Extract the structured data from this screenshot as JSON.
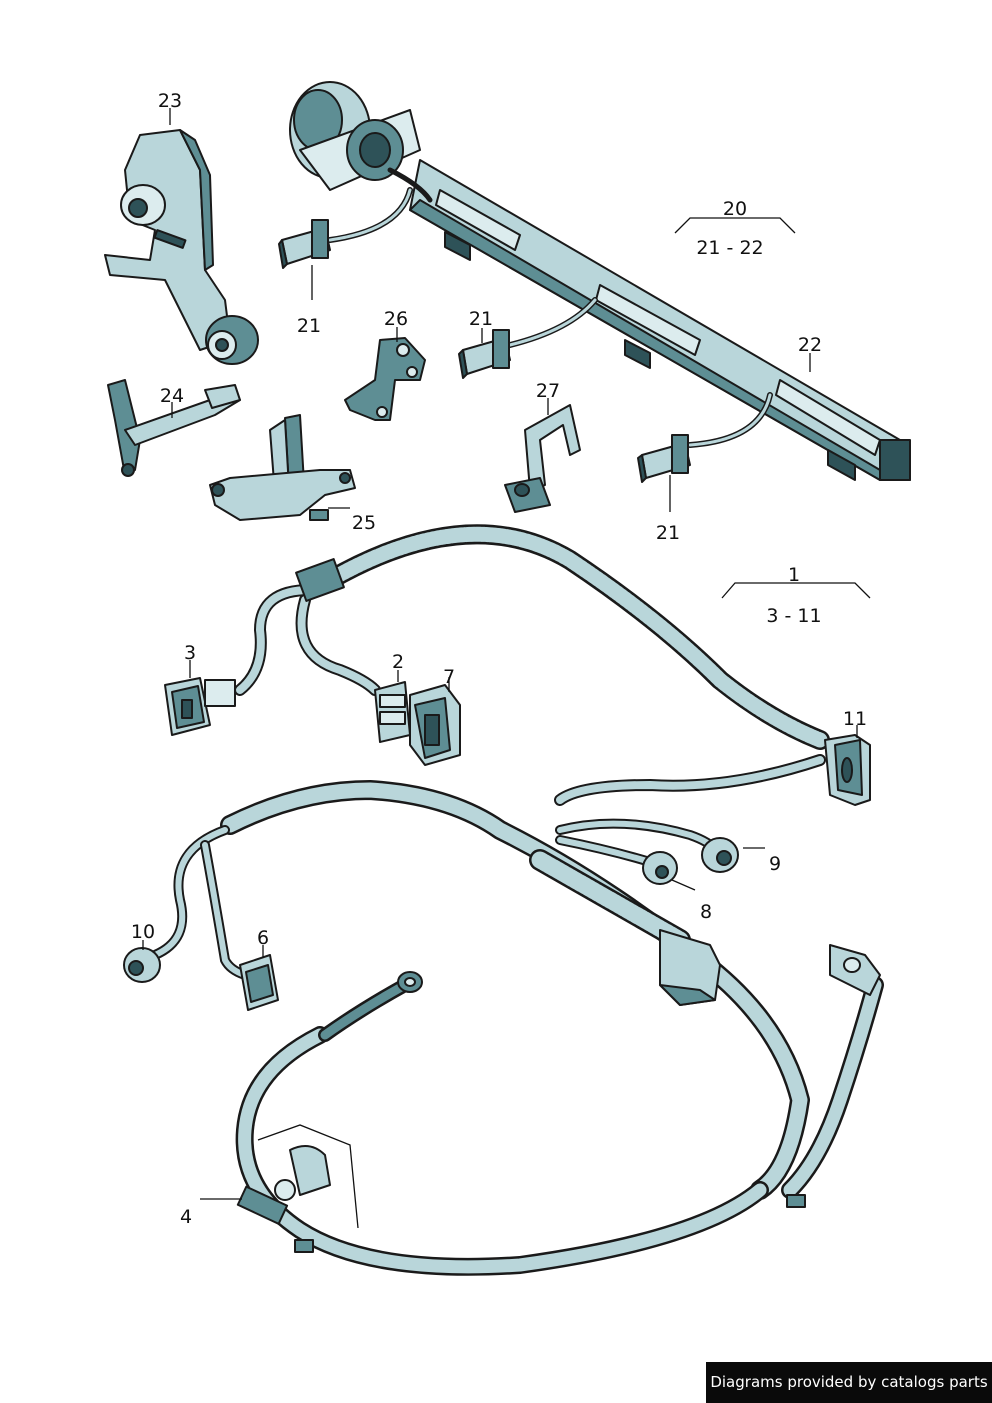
{
  "callouts": {
    "c1": "1",
    "c1_range": "3 - 11",
    "c2": "2",
    "c3": "3",
    "c4": "4",
    "c6": "6",
    "c7": "7",
    "c8": "8",
    "c9": "9",
    "c10": "10",
    "c11": "11",
    "c20": "20",
    "c20_range": "21 - 22",
    "c21a": "21",
    "c21b": "21",
    "c21c": "21",
    "c22": "22",
    "c23": "23",
    "c24": "24",
    "c25": "25",
    "c26": "26",
    "c27": "27"
  },
  "footer": {
    "credit": "Diagrams provided by catalogs parts",
    "background": "#0a0a0a",
    "text_color": "#ffffff"
  },
  "colors": {
    "part_dark": "#2e5258",
    "part_mid": "#5e8e94",
    "part_light": "#b9d6da",
    "outline": "#1a1a1a"
  }
}
